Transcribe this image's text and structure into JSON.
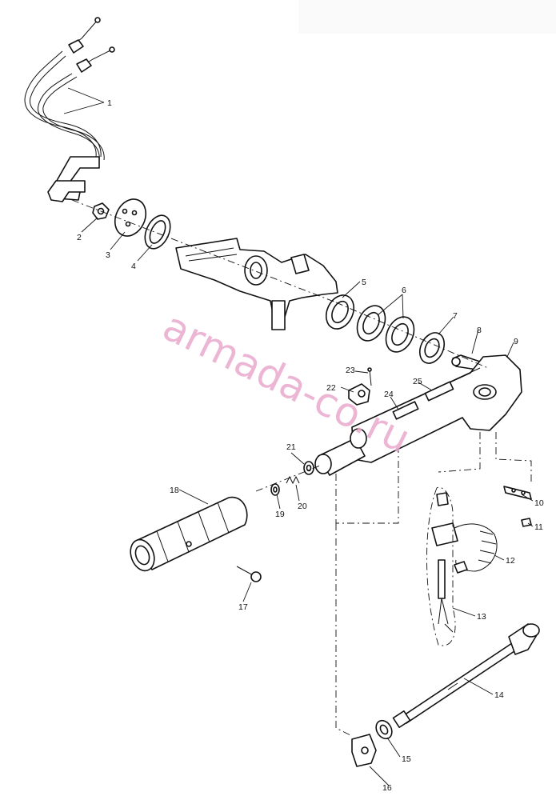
{
  "watermark": "armada-co.ru",
  "callouts": [
    "1",
    "2",
    "3",
    "4",
    "5",
    "6",
    "7",
    "8",
    "9",
    "10",
    "11",
    "12",
    "13",
    "14",
    "15",
    "16",
    "17",
    "18",
    "19",
    "20",
    "21",
    "22",
    "23",
    "24",
    "25"
  ]
}
